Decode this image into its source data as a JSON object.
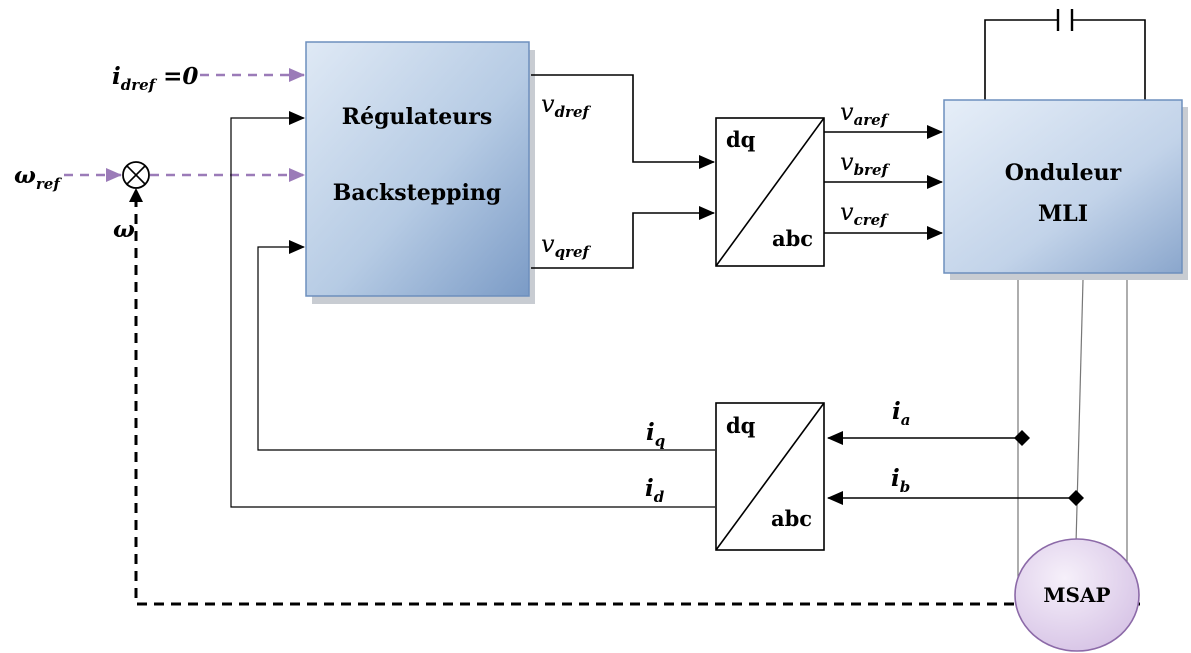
{
  "blocks": {
    "regulator": {
      "line1": "Régulateurs",
      "line2": "Backstepping"
    },
    "park_inverse": {
      "top": "dq",
      "bottom": "abc"
    },
    "park_direct": {
      "top": "dq",
      "bottom": "abc"
    },
    "inverter": {
      "line1": "Onduleur",
      "line2": "MLI"
    },
    "motor": "MSAP"
  },
  "signals": {
    "idref": {
      "base": "i",
      "sub": "dref",
      "suffix": " =0"
    },
    "omega_ref": {
      "base": "ω",
      "sub": "ref"
    },
    "omega": {
      "base": "ω"
    },
    "vdref": {
      "base": "v",
      "sub": "dref"
    },
    "vqref": {
      "base": "v",
      "sub": "qref"
    },
    "varef": {
      "base": "v",
      "sub": "aref"
    },
    "vbref": {
      "base": "v",
      "sub": "bref"
    },
    "vcref": {
      "base": "v",
      "sub": "cref"
    },
    "iq": {
      "base": "i",
      "sub": "q"
    },
    "id": {
      "base": "i",
      "sub": "d"
    },
    "ia": {
      "base": "i",
      "sub": "a"
    },
    "ib": {
      "base": "i",
      "sub": "b"
    }
  },
  "colors": {
    "reference_dashed": "#9b7bb8",
    "block_light": "#dde7f3",
    "block_dark": "#7d9cc6",
    "motor_fill": "#e8dcf0",
    "motor_stroke": "#8c6aa8"
  }
}
